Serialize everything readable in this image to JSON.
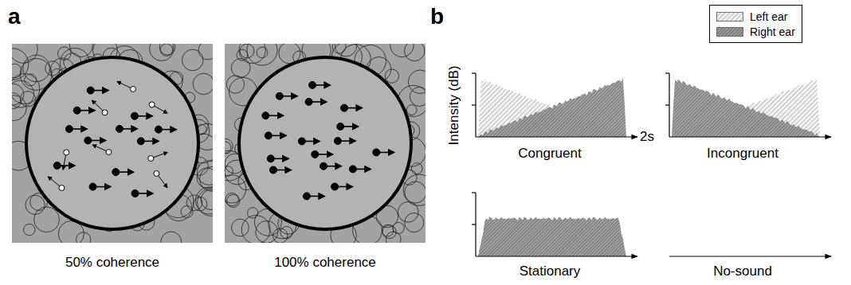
{
  "diagram": {
    "nodes": [
      {
        "text": [
          "50% coherence"
        ]
      },
      {
        "text": [
          "100% coherence"
        ]
      }
    ],
    "labels": [
      "a",
      "b",
      "Intensity (dB)",
      "2s",
      "Congruent",
      "Incongruent",
      "Stationary",
      "No-sound"
    ],
    "legend": [
      {
        "text": "Left ear"
      },
      {
        "text": "Right ear"
      }
    ]
  }
}
